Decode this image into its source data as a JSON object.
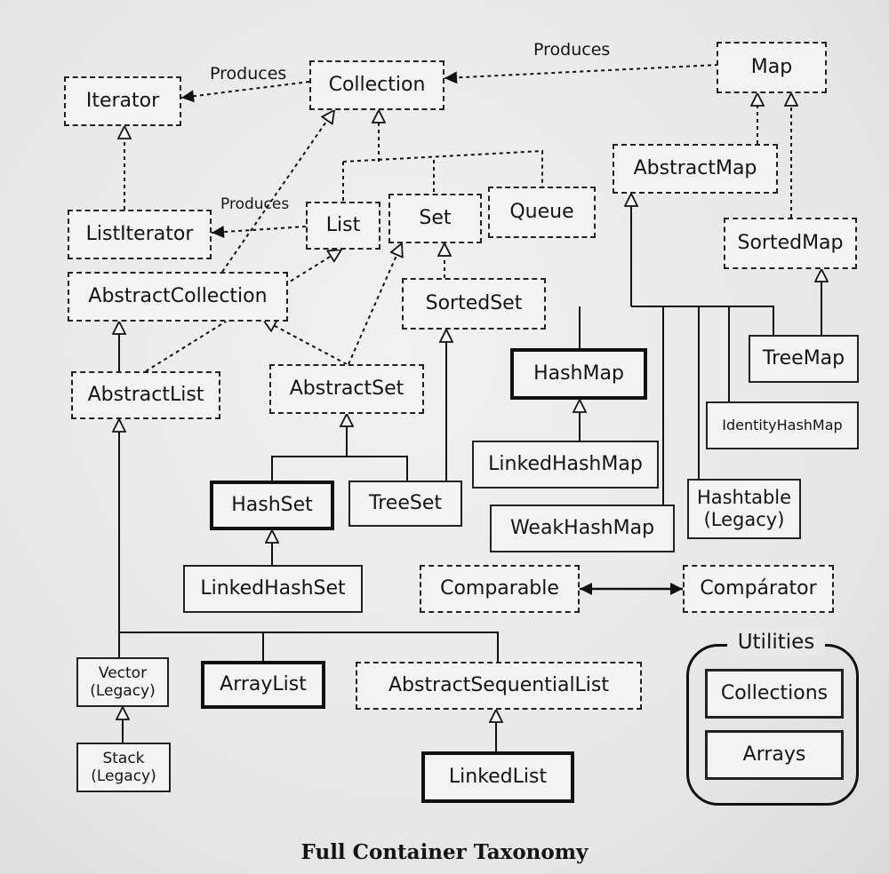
{
  "nodes": {
    "iterator": "Iterator",
    "collection": "Collection",
    "map": "Map",
    "abstract_map": "AbstractMap",
    "sorted_map": "SortedMap",
    "list_iterator": "ListIterator",
    "list": "List",
    "set": "Set",
    "queue": "Queue",
    "abstract_collection": "AbstractCollection",
    "sorted_set": "SortedSet",
    "hash_map": "HashMap",
    "tree_map": "TreeMap",
    "abstract_list": "AbstractList",
    "abstract_set": "AbstractSet",
    "identity_hash_map": "IdentityHashMap",
    "linked_hash_map": "LinkedHashMap",
    "hash_set": "HashSet",
    "tree_set": "TreeSet",
    "hashtable": "Hashtable\n(Legacy)",
    "weak_hash_map": "WeakHashMap",
    "linked_hash_set": "LinkedHashSet",
    "comparable": "Comparable",
    "comparator": "Compárator",
    "vector": "Vector\n(Legacy)",
    "array_list": "ArrayList",
    "abstract_sequential_list": "AbstractSequentialList",
    "stack": "Stack\n(Legacy)",
    "linked_list": "LinkedList",
    "collections": "Collections",
    "arrays": "Arrays"
  },
  "labels": {
    "produces_iterator": "Produces",
    "produces_map": "Produces",
    "produces_list_iterator": "Produces",
    "utilities": "Utilities"
  },
  "caption": "Full Container Taxonomy"
}
